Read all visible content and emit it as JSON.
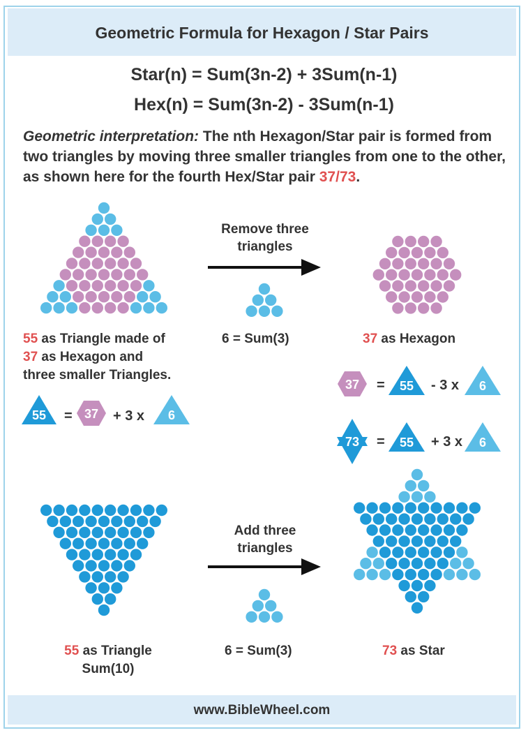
{
  "title": "Geometric Formula for Hexagon / Star Pairs",
  "formulas": {
    "star": "Star(n) = Sum(3n-2) + 3Sum(n-1)",
    "hex": "Hex(n) = Sum(3n-2)  -  3Sum(n-1)"
  },
  "interpretation": {
    "lead": "Geometric interpretation:",
    "body": " The nth Hexagon/Star pair is formed from two triangles by moving three smaller triangles from one to the other, as shown here for the fourth Hex/Star pair ",
    "hex_num": "37",
    "slash": "/",
    "star_num": "73",
    "end": "."
  },
  "top_row": {
    "arrow_label_1": "Remove three",
    "arrow_label_2": "triangles",
    "triangle_caption": {
      "num": "55",
      "line1_rest": " as Triangle made of",
      "num2": "37",
      "line2_rest": " as Hexagon and",
      "line3": "three smaller Triangles."
    },
    "small_caption": "6 = Sum(3)",
    "hex_caption": {
      "num": "37",
      "rest": " as Hexagon"
    }
  },
  "bottom_row": {
    "arrow_label_1": "Add three",
    "arrow_label_2": "triangles",
    "triangle_caption": {
      "num": "55",
      "line1_rest": " as Triangle",
      "line2": "Sum(10)"
    },
    "small_caption": "6 = Sum(3)",
    "star_caption": {
      "num": "73",
      "rest": " as Star"
    }
  },
  "equations": {
    "eq1": {
      "a": "55",
      "eq": "=",
      "b": "37",
      "plus": "+  3 x",
      "c": "6"
    },
    "eq2": {
      "a": "37",
      "eq": "=",
      "b": "55",
      "minus": "-  3 x",
      "c": "6"
    },
    "eq3": {
      "a": "73",
      "eq": "=",
      "b": "55",
      "plus": "+ 3 x",
      "c": "6"
    }
  },
  "colors": {
    "pink": "#c58fbd",
    "blue": "#1f9ad8",
    "light_blue": "#5bbde6",
    "red": "#e05050",
    "text": "#333333"
  },
  "footer": "www.BibleWheel.com"
}
